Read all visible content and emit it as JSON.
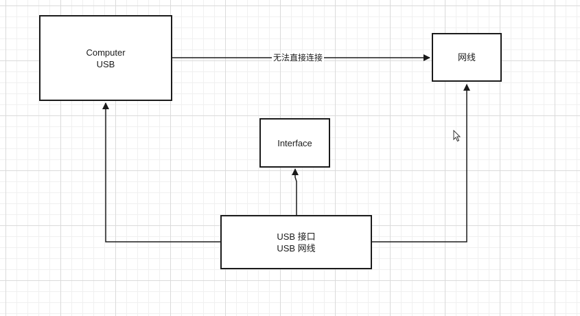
{
  "nodes": {
    "computer": {
      "line1": "Computer",
      "line2": "USB"
    },
    "network_cable": {
      "label": "网线"
    },
    "interface": {
      "label": "Interface"
    },
    "usb_adapter": {
      "line1": "USB 接口",
      "line2": "USB  网线"
    }
  },
  "edges": {
    "computer_to_cable_label": "无法直接连接"
  },
  "colors": {
    "stroke": "#1a1a1a",
    "grid_major": "#dadada",
    "grid_minor": "#f0f0f0",
    "background": "#ffffff"
  },
  "icons": {
    "pointer": "mouse-pointer-icon"
  }
}
